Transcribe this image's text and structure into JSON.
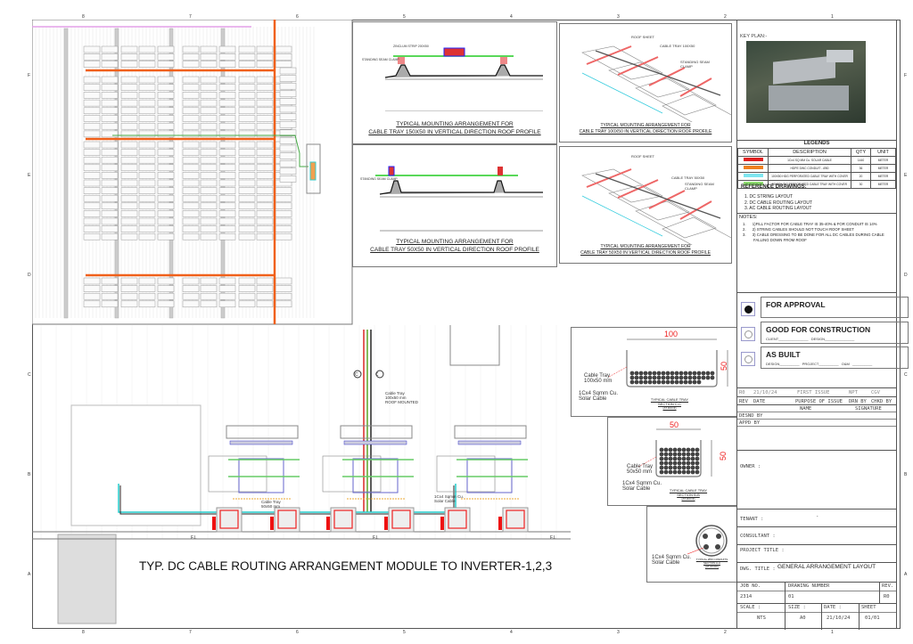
{
  "frame": {
    "columns": [
      "8",
      "7",
      "6",
      "5",
      "4",
      "3",
      "2",
      "1"
    ],
    "rows": [
      "F",
      "E",
      "D",
      "C",
      "B",
      "A"
    ]
  },
  "details": [
    {
      "caption1": "TYPICAL MOUNTING ARRANGEMENT FOR",
      "caption2": "CABLE TRAY 150X50 IN VERTICAL DIRECTION  ROOF PROFILE",
      "label_clamp": "STANDING SEAM CLAMP",
      "label_strip": "ZINCLUM STRIP 200X50"
    },
    {
      "caption1": "TYPICAL MOUNTING ARRANGEMENT FOR",
      "caption2": "CABLE TRAY 50X50 IN VERTICAL DIRECTION  ROOF PROFILE",
      "label_clamp": "STANDING SEAM CLAMP"
    },
    {
      "caption1": "TYPICAL MOUNTING ARRANGEMENT FOR",
      "caption2": "CABLE TRAY 100X50 IN VERTICAL DIRECTION  ROOF PROFILE",
      "label_roof": "ROOF SHEET",
      "label_tray": "CABLE TRAY 100X50",
      "label_clamp": "STANDING SEAM CLAMP"
    },
    {
      "caption1": "TYPICAL MOUNTING ARRANGEMENT FOR",
      "caption2": "CABLE TRAY 50X50 IN VERTICAL DIRECTION  ROOF PROFILE",
      "label_roof": "ROOF SHEET",
      "label_tray": "CABLE TRAY 50X50",
      "label_clamp": "STANDING SEAM CLAMP"
    }
  ],
  "sections": [
    {
      "width": "100",
      "height": "50",
      "tray": "Cable Tray\n100x50 mm",
      "cable": "1Cx4 Sqmm Cu.\nSolar Cable",
      "caption1": "TYPICAL CABLE TRAY",
      "caption2": "SECTION C-C",
      "note": "(AT ROOF)"
    },
    {
      "width": "50",
      "height": "50",
      "tray": "Cable Tray\n50x50 mm",
      "cable": "1Cx4 Sqmm Cu.\nSolar Cable",
      "caption1": "TYPICAL CABLE TRAY",
      "caption2": "SECTION B-B",
      "note": "(AT ROOF)"
    },
    {
      "cable": "1Cx4 Sqmm Cu.\nSolar Cable",
      "caption1": "TYPICAL Ø50 CONDUITS",
      "caption2": "SECTION A-A",
      "note": "(AT ROOF)"
    }
  ],
  "elevation": {
    "title": "TYP. DC CABLE ROUTING ARRANGEMENT MODULE TO INVERTER-1,2,3",
    "tray_label": "Cable Tray\n100x50 mm\nROOF MOUNTED",
    "tray2_label": "Cable Tray\n50x50 mm",
    "cable_label": "1Cx4 Sqmm Cu.\nSolar Cable",
    "fl": "F.L",
    "section_mark": "C"
  },
  "title_block": {
    "key_plan": "KEY PLAN:-",
    "legends": {
      "title": "LEGENDS",
      "headers": [
        "SYMBOL",
        "DESCRIPTION",
        "QTY",
        "UNIT"
      ],
      "rows": [
        {
          "desc": "1Cx4 SQ MM Cu. SOLAR CABLE",
          "qty": "1440",
          "unit": "METER",
          "color": "#e02020"
        },
        {
          "desc": "HDPE DWC CONDUIT - Ø50",
          "qty": "36",
          "unit": "METER",
          "color": "#f08020"
        },
        {
          "desc": "100X50 HDG PERFORATED CABLE TRAY WITH COVER",
          "qty": "20",
          "unit": "METER",
          "color": "#7fe6f0"
        },
        {
          "desc": "50X50 HDG PERFORATED CABLE TRAY WITH COVER",
          "qty": "30",
          "unit": "METER",
          "color": "#8fe070"
        }
      ]
    },
    "reference_title": "REFERENCE DRAWINGS:",
    "references": [
      "1.    DC STRING LAYOUT",
      "2.    DC CABLE ROUTING LAYOUT",
      "3.    AC CABLE ROUTING LAYOUT"
    ],
    "notes_title": "NOTES:",
    "notes": [
      "1.      1)FILL FACTOR FOR CABLE TRAY IS 35-40% & FOR CONDUIT IS 14%",
      "2.      2) STRING CABLES SHOULD NOT TOUCH ROOF SHEET",
      "3.      3) CABLE DRESSING TO BE DONE FOR ALL DC CABLES DURING CABLE",
      "          FALLING DOWN FROM ROOF"
    ],
    "approval": [
      {
        "label": "FOR APPROVAL",
        "selected": true,
        "sub": ""
      },
      {
        "label": "GOOD FOR CONSTRUCTION",
        "selected": false,
        "sub": "CLIENT_______________   DESIGN_______________"
      },
      {
        "label": "AS BUILT",
        "selected": false,
        "sub": "DESIGN__________ PROJECT__________ O&M __________"
      }
    ],
    "revision": {
      "rev": "R0",
      "date": "21/10/24",
      "purpose": "FIRST ISSUE",
      "drn": "NPT",
      "chkd": "CGV"
    },
    "rev_headers": [
      "REV",
      "DATE",
      "PURPOSE OF ISSUE",
      "DRN BY",
      "CHKD BY"
    ],
    "name_header": "NAME",
    "signature_header": "SIGNATURE",
    "desnd": "DESND BY",
    "appd": "APPD BY",
    "owner": "OWNER :",
    "tenant": "TENANT :",
    "tenant_value": "-",
    "consultant": "CONSULTANT :",
    "project_title": "PROJECT TITLE :",
    "dwg_title_label": "DWG. TITLE :",
    "dwg_title": "GENERAL ARRANGEMENT LAYOUT",
    "job_no_label": "JOB NO.",
    "job_no": "2314",
    "drawing_number_label": "DRAWING NUMBER",
    "drawing_number": "01",
    "rev_label": "REV.",
    "rev": "R0",
    "scale_label": "SCALE :",
    "scale": "NTS",
    "size_label": "SIZE :",
    "size": "A0",
    "date_label": "DATE :",
    "date": "21/10/24",
    "sheet_label": "SHEET",
    "sheet": "01/01"
  }
}
